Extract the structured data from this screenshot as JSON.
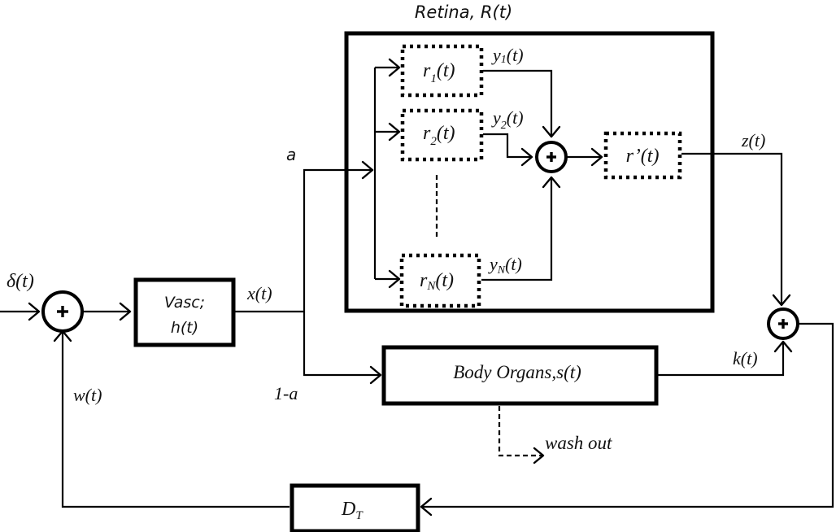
{
  "diagram": {
    "retina_title": "Retina, R(t)",
    "input_label": "δ(t)",
    "vasc_block": {
      "line1": "Vasc;",
      "line2": "h(t)"
    },
    "x_label": "x(t)",
    "a_label": "a",
    "one_minus_a_label": "1-a",
    "w_label": "w(t)",
    "retina_blocks": [
      {
        "base": "r",
        "sub": "1",
        "suffix": "(t)",
        "output_base": "y",
        "output_sub": "1",
        "output_suffix": "(t)"
      },
      {
        "base": "r",
        "sub": "2",
        "suffix": "(t)",
        "output_base": "y",
        "output_sub": "2",
        "output_suffix": "(t)"
      },
      {
        "base": "r",
        "sub": "N",
        "suffix": "(t)",
        "output_base": "y",
        "output_sub": "N",
        "output_suffix": "(t)"
      }
    ],
    "r_prime_block": "r’(t)",
    "z_label": "z(t)",
    "body_block": "Body Organs,s(t)",
    "k_label": "k(t)",
    "wash_out_label": "wash out",
    "delay_block": {
      "base": "D",
      "sub": "T"
    },
    "summing_junction_symbol": "+"
  }
}
